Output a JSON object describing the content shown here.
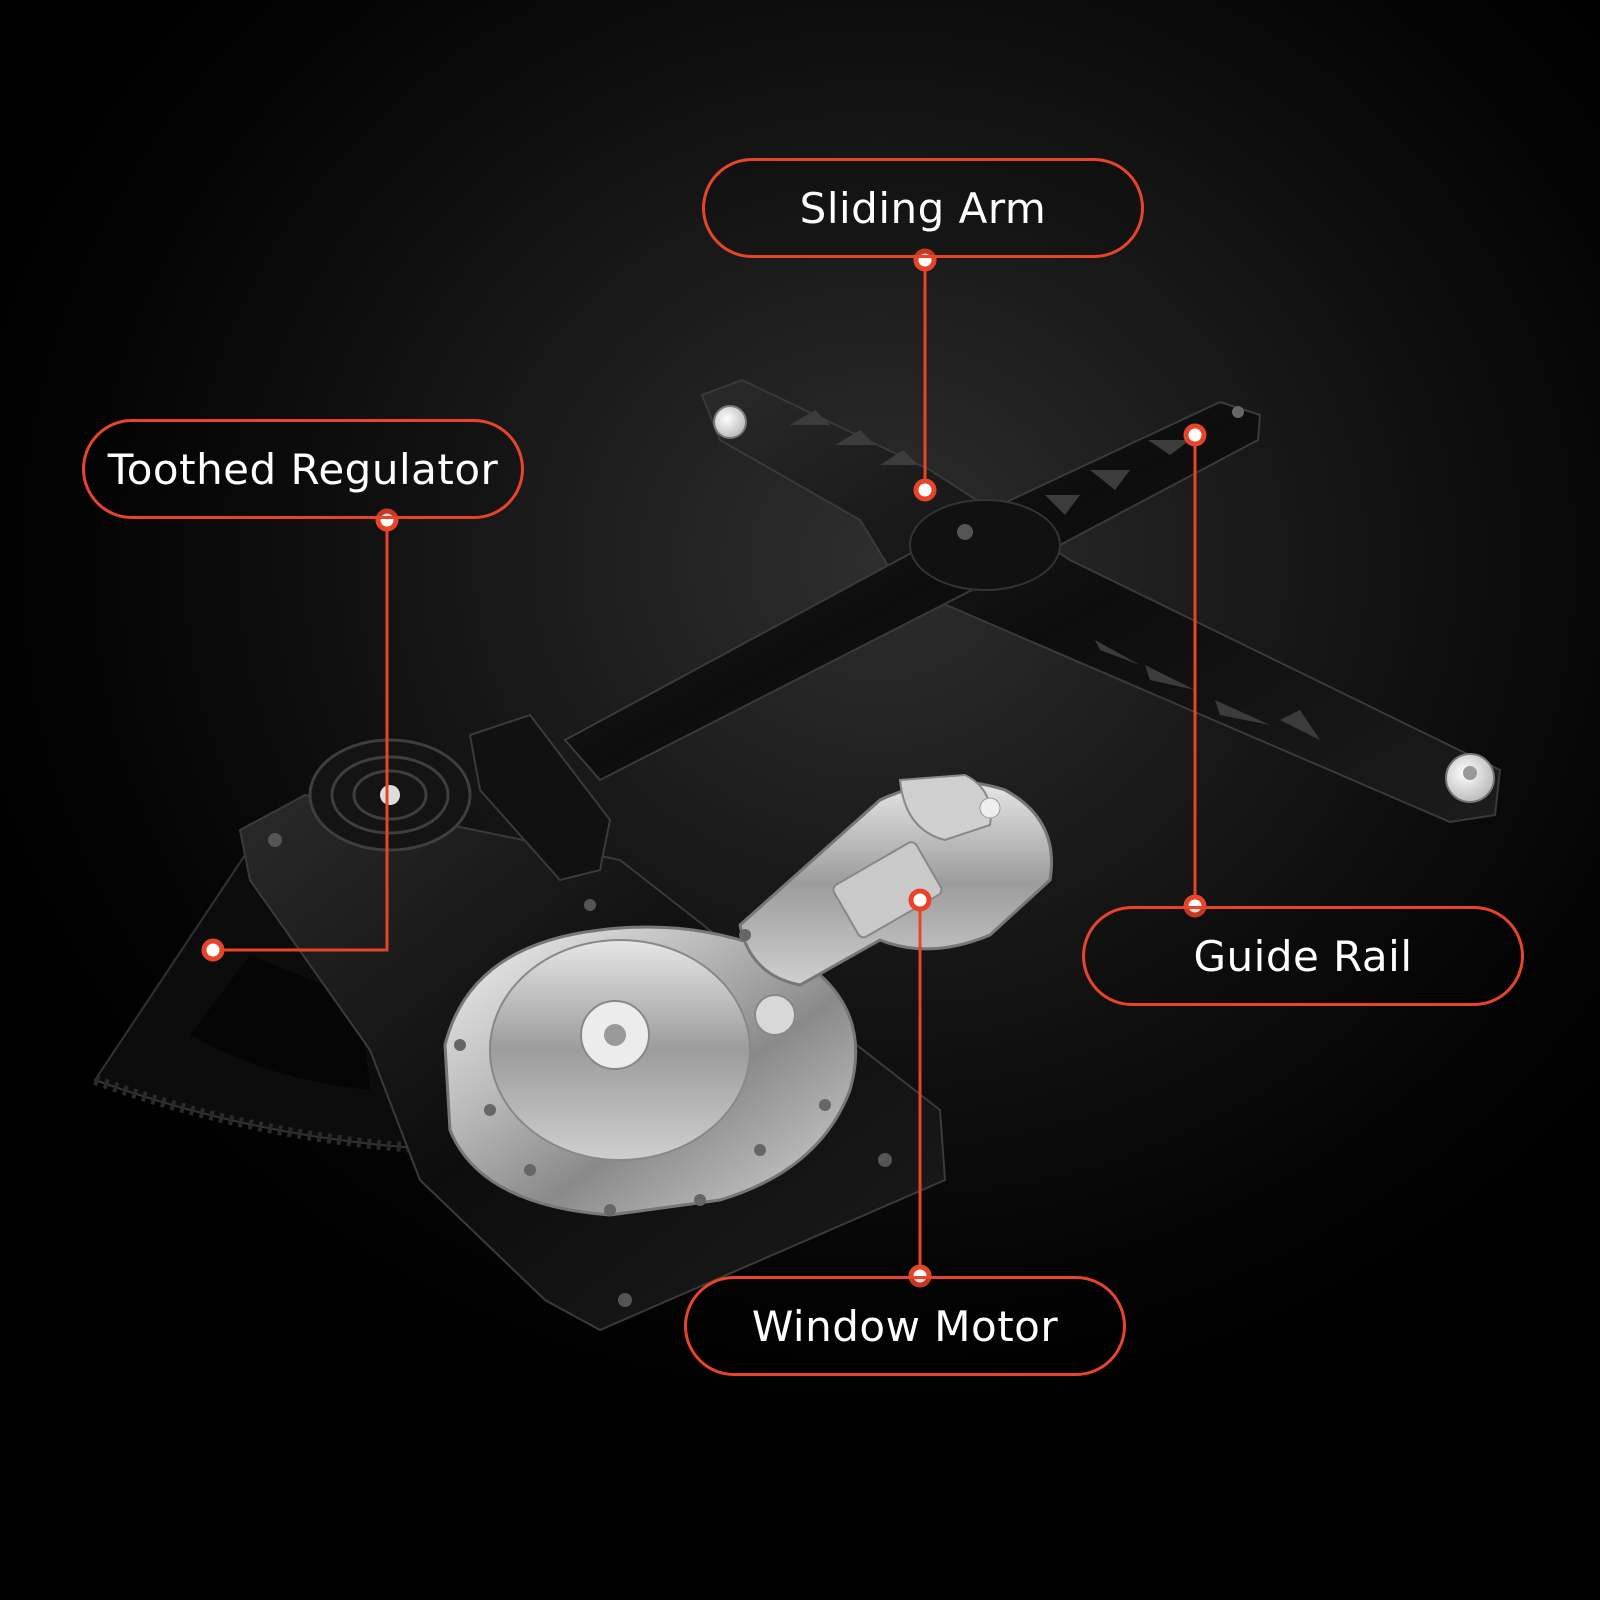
{
  "labels": {
    "sliding_arm": "Sliding Arm",
    "toothed_regulator": "Toothed Regulator",
    "guide_rail": "Guide Rail",
    "window_motor": "Window Motor"
  },
  "colors": {
    "background": "#000000",
    "callout_accent": "#e8442a",
    "label_text": "#ffffff"
  }
}
